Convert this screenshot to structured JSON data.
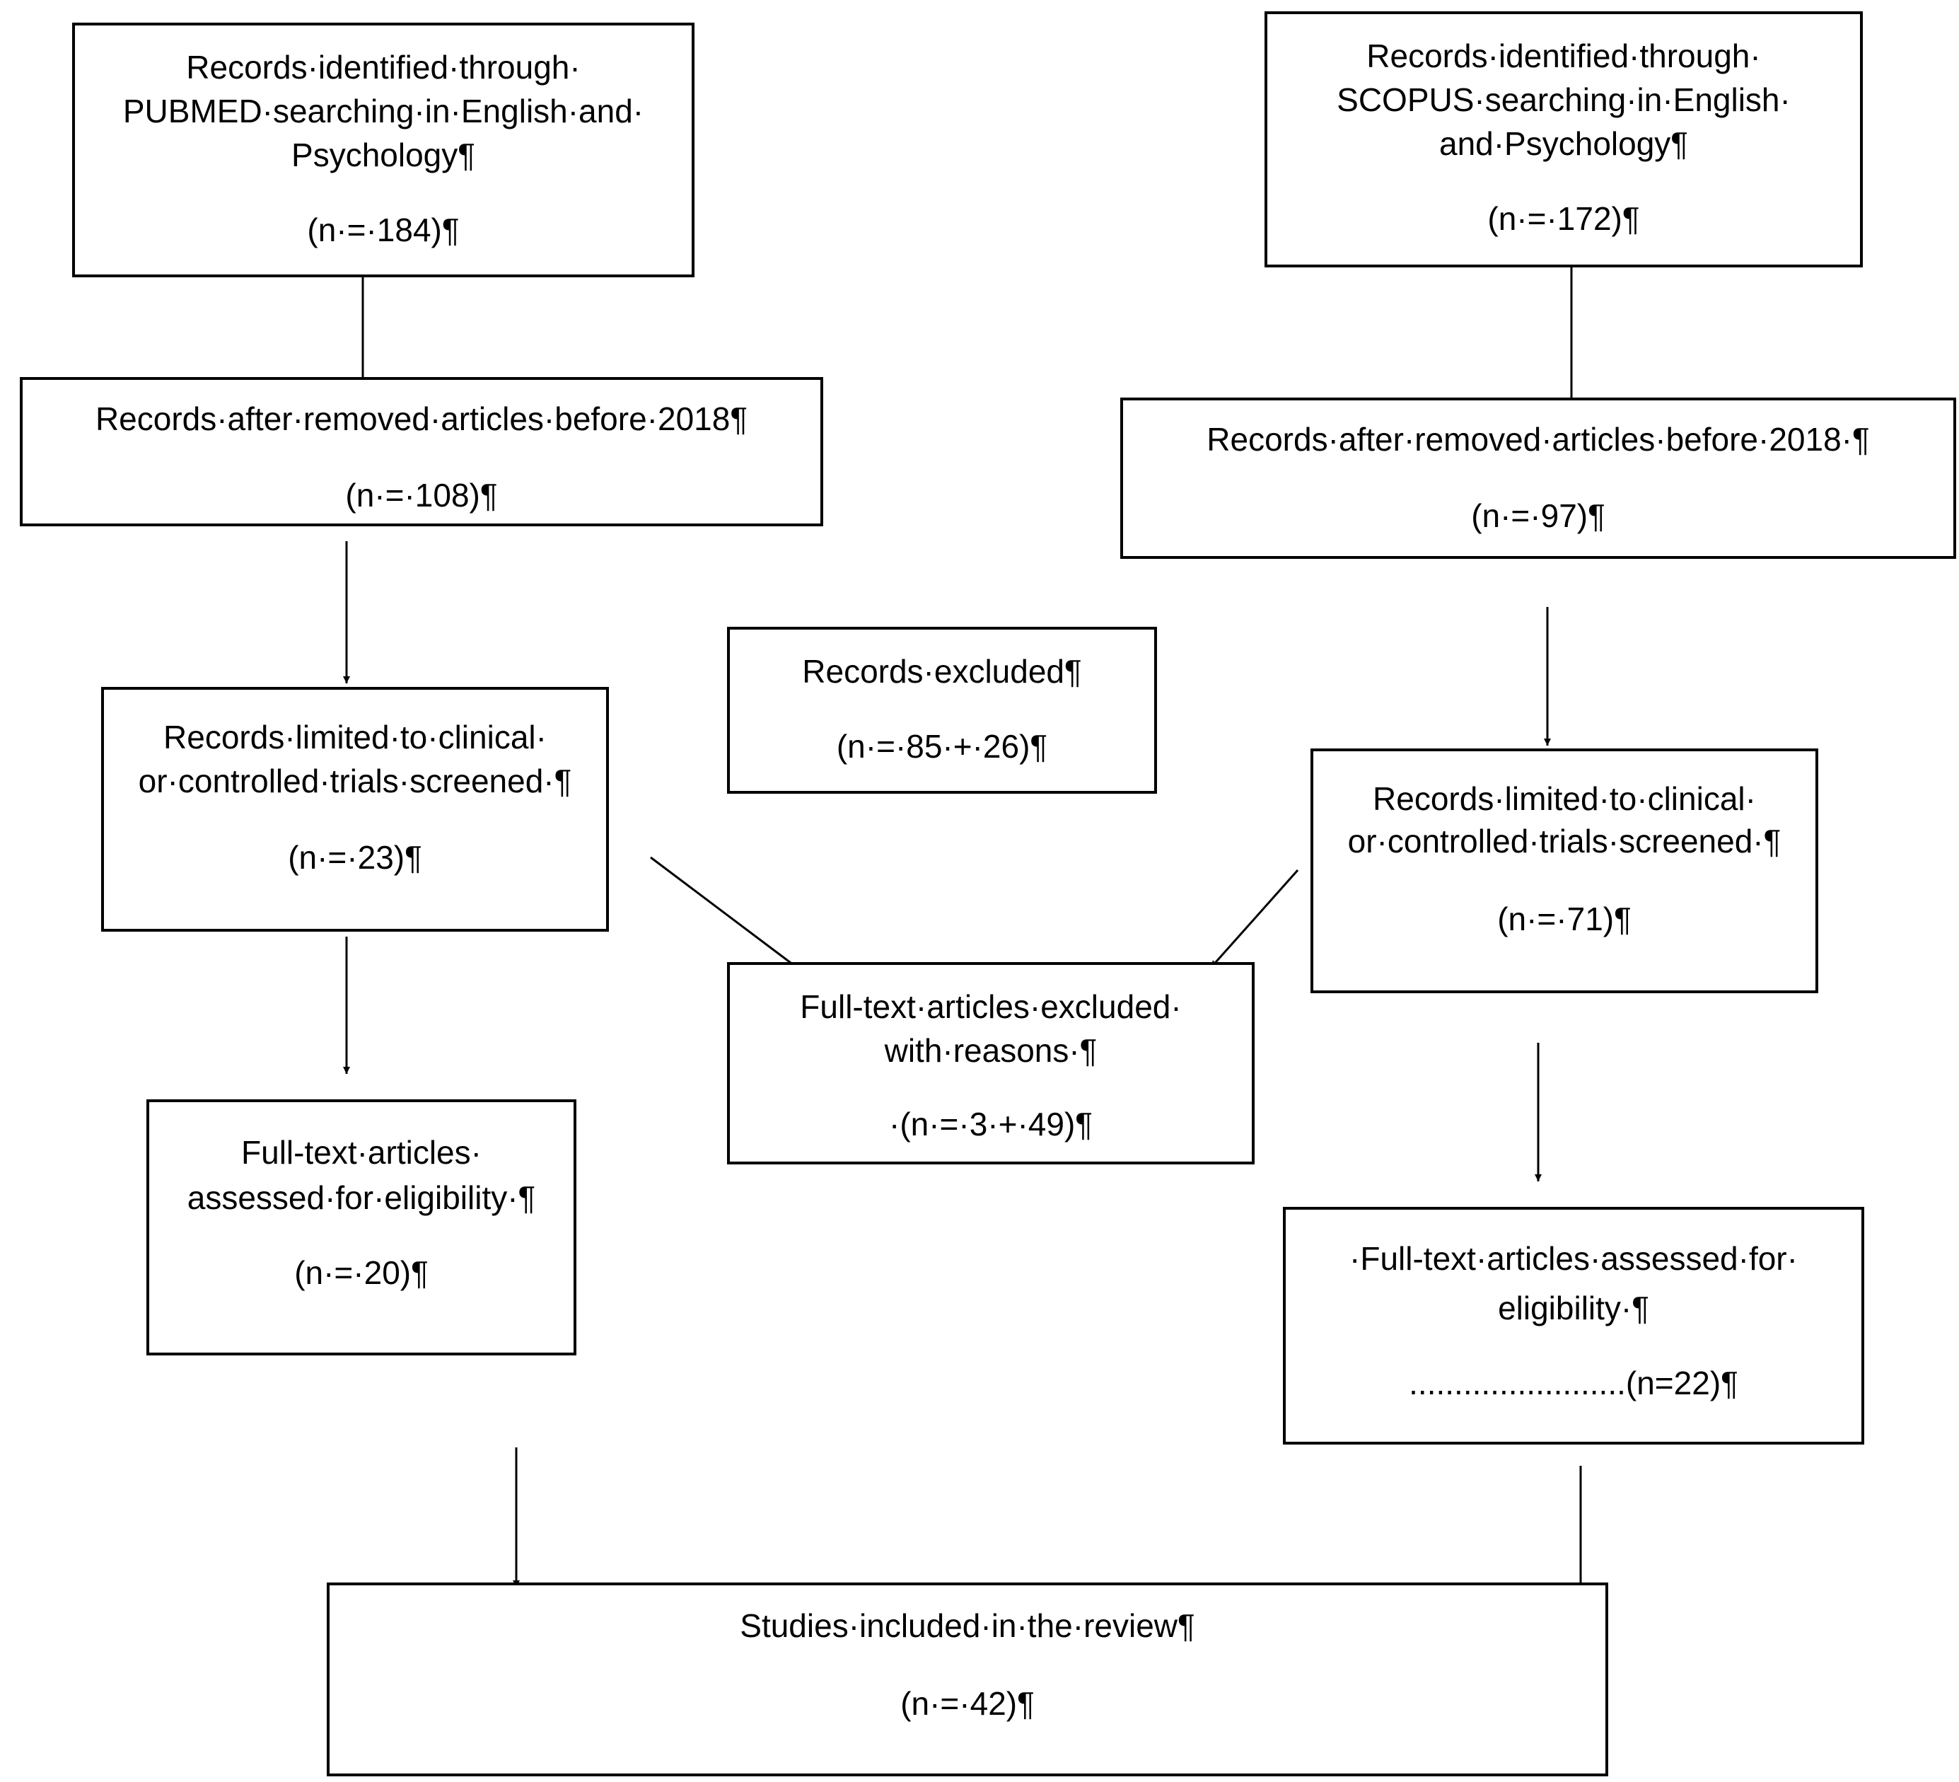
{
  "boxes": {
    "pubmed_identified": {
      "line1": "Records·identified·through·",
      "line2": "PUBMED·searching·in·English·and·",
      "line3": "Psychology¶",
      "count": "(n·=·184)¶"
    },
    "scopus_identified": {
      "line1": "Records·identified·through·",
      "line2": "SCOPUS·searching·in·English·",
      "line3": "and·Psychology¶",
      "count": "(n·=·172)¶"
    },
    "pubmed_after_removed": {
      "line1": "Records·after·removed·articles·before·2018¶",
      "count": "(n·=·108)¶"
    },
    "scopus_after_removed": {
      "line1": "Records·after·removed·articles·before·2018·¶",
      "count": "(n·=·97)¶"
    },
    "records_excluded": {
      "line1": "Records·excluded¶",
      "count": "(n·=·85·+·26)¶"
    },
    "pubmed_screened": {
      "line1": "Records·limited·to·clinical·",
      "line2": "or·controlled·trials·screened·¶",
      "count": "(n·=·23)¶"
    },
    "scopus_screened": {
      "line1": "Records·limited·to·clinical·",
      "line2": "or·controlled·trials·screened·¶",
      "count": "(n·=·71)¶"
    },
    "fulltext_excluded": {
      "line1": "Full-text·articles·excluded·",
      "line2": "with·reasons·¶",
      "count": "·(n·=·3·+·49)¶"
    },
    "pubmed_assessed": {
      "line1": "Full-text·articles·",
      "line2": "assessed·for·eligibility·¶",
      "count": "(n·=·20)¶"
    },
    "scopus_assessed": {
      "line1": "·Full-text·articles·assessed·for·",
      "line2": "eligibility·¶",
      "count": "........................(n=22)¶"
    },
    "included": {
      "line1": "Studies·included·in·the·review¶",
      "count": "(n·=·42)¶"
    }
  }
}
